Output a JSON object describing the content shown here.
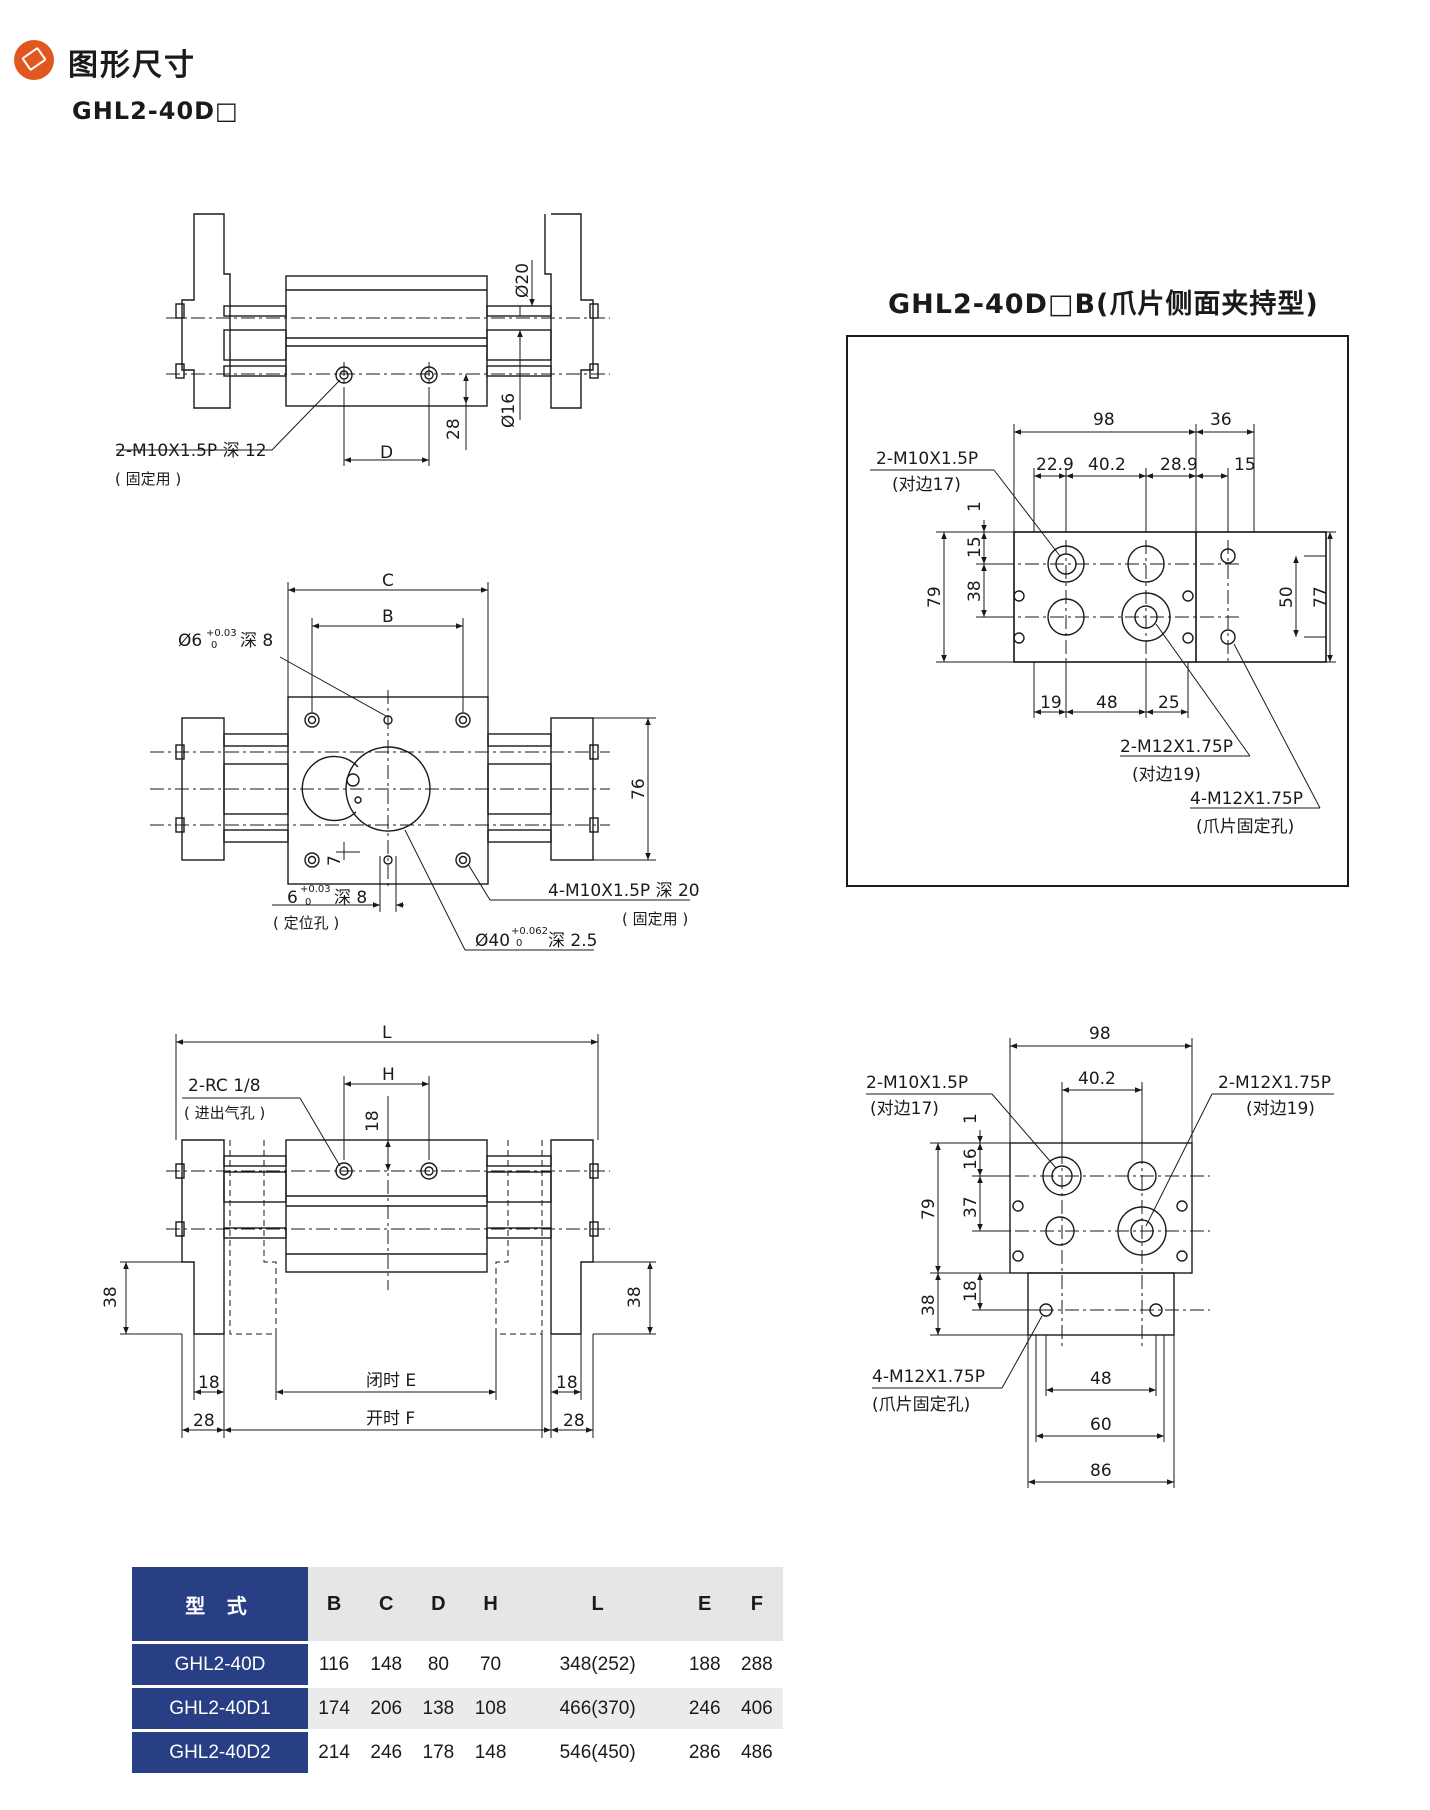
{
  "header": {
    "title": "图形尺寸",
    "model": "GHL2-40D□",
    "side_model": "GHL2-40D□B(爪片侧面夹持型)"
  },
  "view_front": {
    "ports_callout": "2-M10X1.5P 深 12",
    "ports_note": "( 固定用 )",
    "dim_d": "D",
    "dim_28": "28",
    "dim_phi20": "Ø20",
    "dim_phi16": "Ø16"
  },
  "view_top": {
    "dim_c": "C",
    "dim_b": "B",
    "pin_hole_main": "Ø6",
    "pin_hole_tol_up": "+0.03",
    "pin_hole_tol_dn": "0",
    "pin_hole_depth": "深 8",
    "dim_76": "76",
    "dim_7": "7",
    "pos_hole_main": "6",
    "pos_hole_tol_up": "+0.03",
    "pos_hole_tol_dn": "0",
    "pos_hole_depth": "深 8",
    "pos_hole_note": "( 定位孔 )",
    "mount_callout": "4-M10X1.5P 深 20",
    "mount_note": "( 固定用 )",
    "bore_main": "Ø40",
    "bore_tol_up": "+0.062",
    "bore_tol_dn": "0",
    "bore_depth": "深 2.5"
  },
  "view_side": {
    "dim_l": "L",
    "dim_h": "H",
    "rc_callout": "2-RC 1/8",
    "rc_note": "( 进出气孔 )",
    "dim_18_top": "18",
    "dim_38_left": "38",
    "dim_38_right": "38",
    "dim_18_left": "18",
    "dim_18_right": "18",
    "dim_28_left": "28",
    "dim_28_right": "28",
    "closed_e": "闭时 E",
    "open_f": "开时 F"
  },
  "view_b_top": {
    "dim_98": "98",
    "dim_36": "36",
    "dim_22_9": "22.9",
    "dim_40_2": "40.2",
    "dim_28_9": "28.9",
    "dim_15_r": "15",
    "callout_m10": "2-M10X1.5P",
    "callout_m10_note": "(对边17)",
    "dim_1": "1",
    "dim_15": "15",
    "dim_79": "79",
    "dim_38": "38",
    "dim_50": "50",
    "dim_77": "77",
    "dim_19": "19",
    "dim_48": "48",
    "dim_25": "25",
    "callout_m12": "2-M12X1.75P",
    "callout_m12_note": "(对边19)",
    "callout_m12b": "4-M12X1.75P",
    "callout_m12b_note": "(爪片固定孔)"
  },
  "view_b_front": {
    "dim_98": "98",
    "dim_40_2": "40.2",
    "callout_m10": "2-M10X1.5P",
    "callout_m10_note": "(对边17)",
    "callout_m12": "2-M12X1.75P",
    "callout_m12_note": "(对边19)",
    "dim_1": "1",
    "dim_16": "16",
    "dim_79": "79",
    "dim_37": "37",
    "dim_38": "38",
    "dim_18": "18",
    "callout_m12b": "4-M12X1.75P",
    "callout_m12b_note": "(爪片固定孔)",
    "dim_48": "48",
    "dim_60": "60",
    "dim_86": "86"
  },
  "spec_table": {
    "model_header": "型 式",
    "columns": [
      "B",
      "C",
      "D",
      "H",
      "L",
      "E",
      "F"
    ],
    "rows": [
      {
        "model": "GHL2-40D",
        "B": "116",
        "C": "148",
        "D": "80",
        "H": "70",
        "L": "348(252)",
        "E": "188",
        "F": "288"
      },
      {
        "model": "GHL2-40D1",
        "B": "174",
        "C": "206",
        "D": "138",
        "H": "108",
        "L": "466(370)",
        "E": "246",
        "F": "406"
      },
      {
        "model": "GHL2-40D2",
        "B": "214",
        "C": "246",
        "D": "178",
        "H": "148",
        "L": "546(450)",
        "E": "286",
        "F": "486"
      }
    ]
  },
  "colors": {
    "accent": "#e2571f",
    "table_header": "#283f85",
    "line": "#1a1a1a"
  }
}
